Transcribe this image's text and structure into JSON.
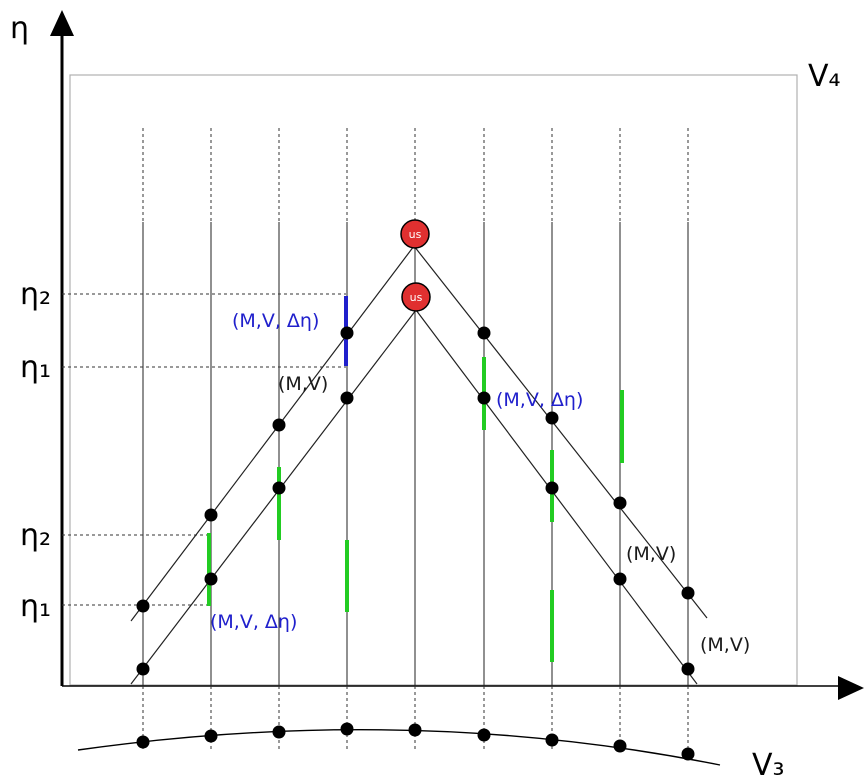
{
  "axes": {
    "y_label": "η",
    "top_right_label": "V₄",
    "bottom_right_label": "V₃"
  },
  "y_ticks": {
    "upper_eta2": "η₂",
    "upper_eta1": "η₁",
    "lower_eta2": "η₂",
    "lower_eta1": "η₁"
  },
  "apex_labels": {
    "upper": "us",
    "lower": "us"
  },
  "annotations": {
    "upper_left_mv_deta": "(M,V, Δη)",
    "left_mv": "(M,V)",
    "right_mv_deta": "(M,V, Δη)",
    "lower_left_mv_deta": "(M,V, Δη)",
    "right_mv_upper": "(M,V)",
    "right_mv_lower": "(M,V)"
  },
  "colors": {
    "line": "#222222",
    "point": "#000000",
    "apex_fill": "#e03030",
    "interval_blue": "#2020cc",
    "interval_green": "#22cc22",
    "box": "#b0b0b0"
  }
}
